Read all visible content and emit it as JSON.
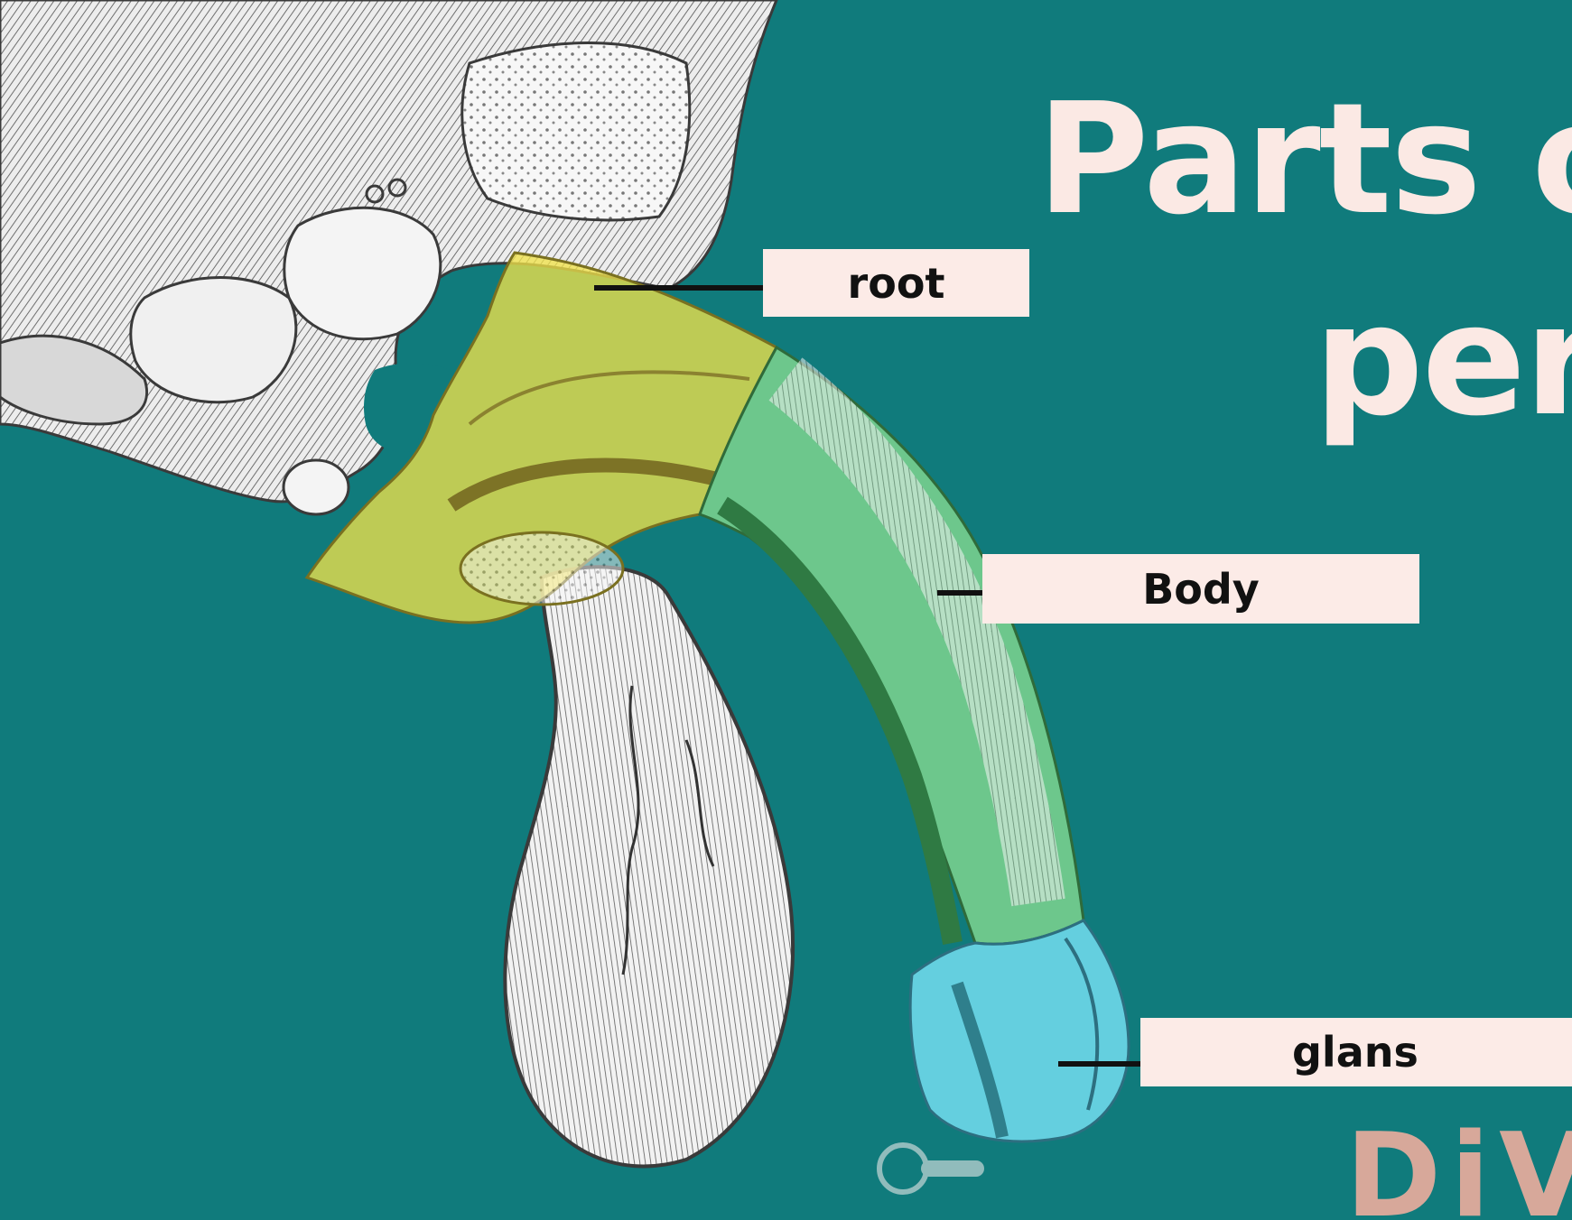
{
  "title": {
    "line1": "Parts o",
    "line2": "per"
  },
  "labels": {
    "root": "root",
    "body": "Body",
    "glans": "glans"
  },
  "watermark": "DiV",
  "colors": {
    "background": "#107b7c",
    "title_text": "#fbe9e4",
    "label_box": "#fcebe7",
    "label_text": "#111111",
    "root_region": "#f0e14a",
    "body_region": "#7ed58f",
    "glans_region": "#6ed8ea",
    "watermark": "#d7a89a"
  }
}
